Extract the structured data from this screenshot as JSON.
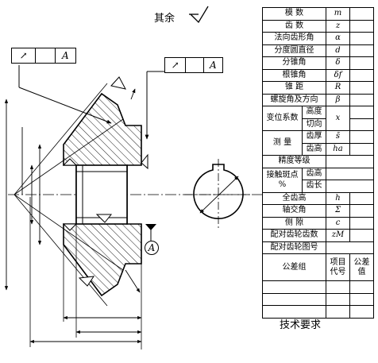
{
  "remark": "其余",
  "tech_requirements": "技术要求",
  "tolerance_frames": [
    {
      "symbol": "↗",
      "datum": "A"
    },
    {
      "symbol": "↗",
      "datum": "A"
    }
  ],
  "datum_label": "A",
  "table": {
    "rows": [
      {
        "label": "模 数",
        "symbol": "m"
      },
      {
        "label": "齿 数",
        "symbol": "z"
      },
      {
        "label": "法向齿形角",
        "symbol": "α"
      },
      {
        "label": "分度圆直径",
        "symbol": "d"
      },
      {
        "label": "分锥角",
        "symbol": "δ"
      },
      {
        "label": "根锥角",
        "symbol": "δf"
      },
      {
        "label": "锥 距",
        "symbol": "R"
      },
      {
        "label": "螺旋角及方向",
        "symbol": "β"
      }
    ],
    "shift": {
      "label": "变位系数",
      "sub": [
        "高度",
        "切向"
      ],
      "symbol": "x"
    },
    "measure": {
      "label": "测 量",
      "sub": [
        "齿厚",
        "齿高"
      ],
      "symbols": [
        "s̄",
        "h̄a"
      ]
    },
    "accuracy": "精度等级",
    "contact": {
      "label": "接触斑点\n%",
      "sub": [
        "齿高",
        "齿长"
      ]
    },
    "rows2": [
      {
        "label": "全齿高",
        "symbol": "h"
      },
      {
        "label": "轴交角",
        "symbol": "Σ"
      },
      {
        "label": "侧 隙",
        "symbol": "c"
      },
      {
        "label": "配对齿轮齿数",
        "symbol": "zM"
      }
    ],
    "mate_drawing": "配对齿轮图号",
    "tolerance_group": {
      "label": "公差组",
      "col1": "项目\n代号",
      "col2": "公差\n值"
    }
  }
}
